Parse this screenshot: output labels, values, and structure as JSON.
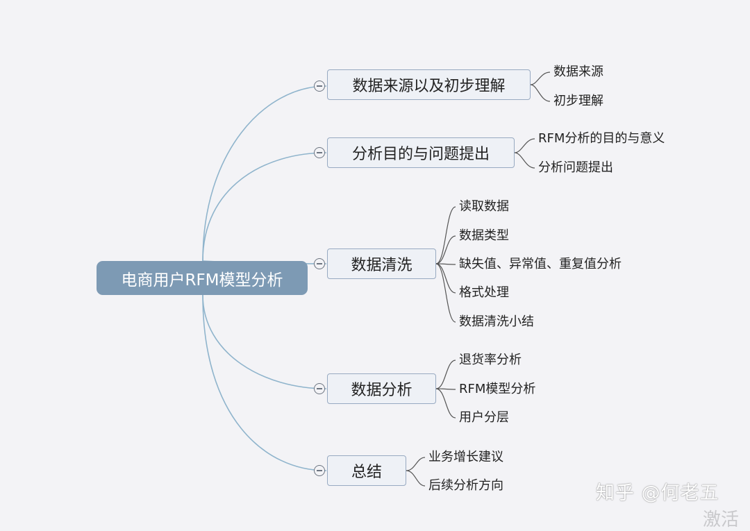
{
  "root": {
    "label": "电商用户RFM模型分析"
  },
  "branches": [
    {
      "label": "数据来源以及初步理解",
      "children": [
        "数据来源",
        "初步理解"
      ]
    },
    {
      "label": "分析目的与问题提出",
      "children": [
        "RFM分析的目的与意义",
        "分析问题提出"
      ]
    },
    {
      "label": "数据清洗",
      "children": [
        "读取数据",
        "数据类型",
        "缺失值、异常值、重复值分析",
        "格式处理",
        "数据清洗小结"
      ]
    },
    {
      "label": "数据分析",
      "children": [
        "退货率分析",
        "RFM模型分析",
        "用户分层"
      ]
    },
    {
      "label": "总结",
      "children": [
        "业务增长建议",
        "后续分析方向"
      ]
    }
  ],
  "watermark": "知乎 @何老五",
  "corner_text": "激活",
  "colors": {
    "root_fill": "#7d9ab4",
    "node_border": "#97a9c1",
    "connector": "#8fb4cc",
    "background": "#f3f3f6"
  }
}
